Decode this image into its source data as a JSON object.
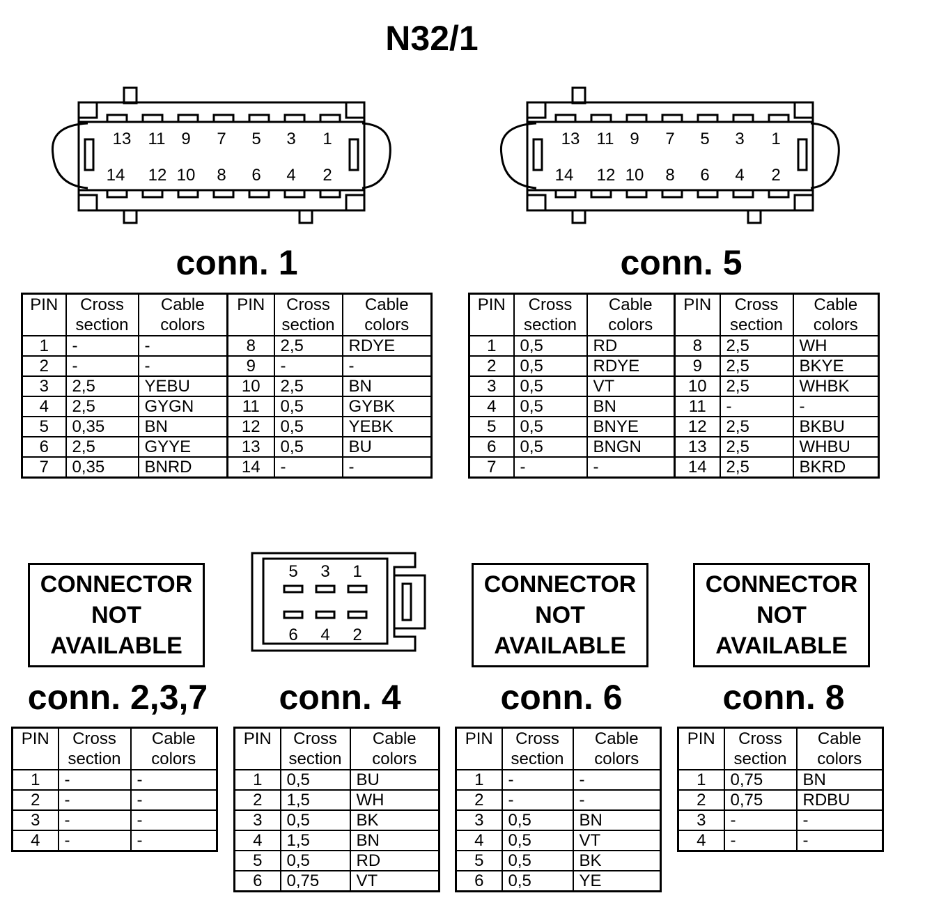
{
  "title": "N32/1",
  "headers": {
    "pin": "PIN",
    "cross_1": "Cross",
    "cross_2": "section",
    "cable_1": "Cable",
    "cable_2": "colors"
  },
  "not_available_lines": [
    "CONNECTOR",
    "NOT",
    "AVAILABLE"
  ],
  "conn1": {
    "label": "conn. 1",
    "pins_top": [
      "13",
      "11",
      "9",
      "7",
      "5",
      "3",
      "1"
    ],
    "pins_bottom": [
      "14",
      "12",
      "10",
      "8",
      "6",
      "4",
      "2"
    ],
    "rows": [
      [
        "1",
        "-",
        "-",
        "8",
        "2,5",
        "RDYE"
      ],
      [
        "2",
        "-",
        "-",
        "9",
        "-",
        "-"
      ],
      [
        "3",
        "2,5",
        "YEBU",
        "10",
        "2,5",
        "BN"
      ],
      [
        "4",
        "2,5",
        "GYGN",
        "11",
        "0,5",
        "GYBK"
      ],
      [
        "5",
        "0,35",
        "BN",
        "12",
        "0,5",
        "YEBK"
      ],
      [
        "6",
        "2,5",
        "GYYE",
        "13",
        "0,5",
        "BU"
      ],
      [
        "7",
        "0,35",
        "BNRD",
        "14",
        "-",
        "-"
      ]
    ]
  },
  "conn5": {
    "label": "conn. 5",
    "pins_top": [
      "13",
      "11",
      "9",
      "7",
      "5",
      "3",
      "1"
    ],
    "pins_bottom": [
      "14",
      "12",
      "10",
      "8",
      "6",
      "4",
      "2"
    ],
    "rows": [
      [
        "1",
        "0,5",
        "RD",
        "8",
        "2,5",
        "WH"
      ],
      [
        "2",
        "0,5",
        "RDYE",
        "9",
        "2,5",
        "BKYE"
      ],
      [
        "3",
        "0,5",
        "VT",
        "10",
        "2,5",
        "WHBK"
      ],
      [
        "4",
        "0,5",
        "BN",
        "11",
        "-",
        "-"
      ],
      [
        "5",
        "0,5",
        "BNYE",
        "12",
        "2,5",
        "BKBU"
      ],
      [
        "6",
        "0,5",
        "BNGN",
        "13",
        "2,5",
        "WHBU"
      ],
      [
        "7",
        "-",
        "-",
        "14",
        "2,5",
        "BKRD"
      ]
    ]
  },
  "conn237": {
    "label": "conn. 2,3,7",
    "rows": [
      [
        "1",
        "-",
        "-"
      ],
      [
        "2",
        "-",
        "-"
      ],
      [
        "3",
        "-",
        "-"
      ],
      [
        "4",
        "-",
        "-"
      ]
    ]
  },
  "conn4": {
    "label": "conn. 4",
    "pins_top": [
      "5",
      "3",
      "1"
    ],
    "pins_bottom": [
      "6",
      "4",
      "2"
    ],
    "rows": [
      [
        "1",
        "0,5",
        "BU"
      ],
      [
        "2",
        "1,5",
        "WH"
      ],
      [
        "3",
        "0,5",
        "BK"
      ],
      [
        "4",
        "1,5",
        "BN"
      ],
      [
        "5",
        "0,5",
        "RD"
      ],
      [
        "6",
        "0,75",
        "VT"
      ]
    ]
  },
  "conn6": {
    "label": "conn. 6",
    "rows": [
      [
        "1",
        "-",
        "-"
      ],
      [
        "2",
        "-",
        "-"
      ],
      [
        "3",
        "0,5",
        "BN"
      ],
      [
        "4",
        "0,5",
        "VT"
      ],
      [
        "5",
        "0,5",
        "BK"
      ],
      [
        "6",
        "0,5",
        "YE"
      ]
    ]
  },
  "conn8": {
    "label": "conn. 8",
    "rows": [
      [
        "1",
        "0,75",
        "BN"
      ],
      [
        "2",
        "0,75",
        "RDBU"
      ],
      [
        "3",
        "-",
        "-"
      ],
      [
        "4",
        "-",
        "-"
      ]
    ]
  }
}
